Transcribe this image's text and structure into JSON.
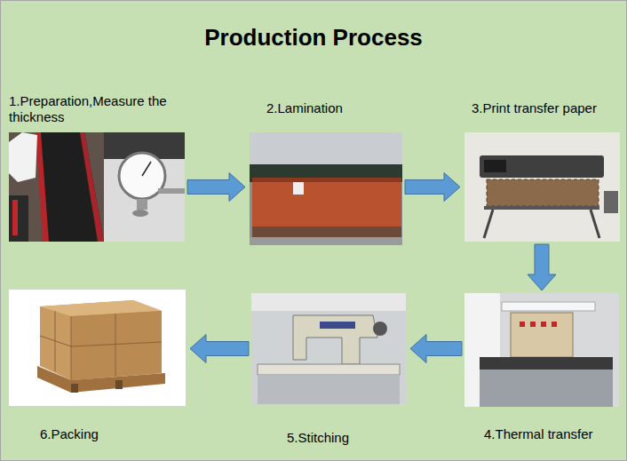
{
  "diagram": {
    "title": "Production Process",
    "nodes": [
      {
        "text": [
          "1.Preparation,Measure the thickness"
        ]
      },
      {
        "text": [
          "2.Lamination"
        ]
      },
      {
        "text": [
          "3.Print transfer paper"
        ]
      },
      {
        "text": [
          "4.Thermal transfer"
        ]
      },
      {
        "text": [
          "5.Stitching"
        ]
      },
      {
        "text": [
          "6.Packing"
        ]
      }
    ],
    "edges": [
      {
        "from": 0,
        "to": 1,
        "arrow": "to"
      },
      {
        "from": 1,
        "to": 2,
        "arrow": "to"
      },
      {
        "from": 2,
        "to": 3,
        "arrow": "to"
      },
      {
        "from": 3,
        "to": 4,
        "arrow": "to"
      },
      {
        "from": 4,
        "to": 5,
        "arrow": "to"
      }
    ]
  }
}
